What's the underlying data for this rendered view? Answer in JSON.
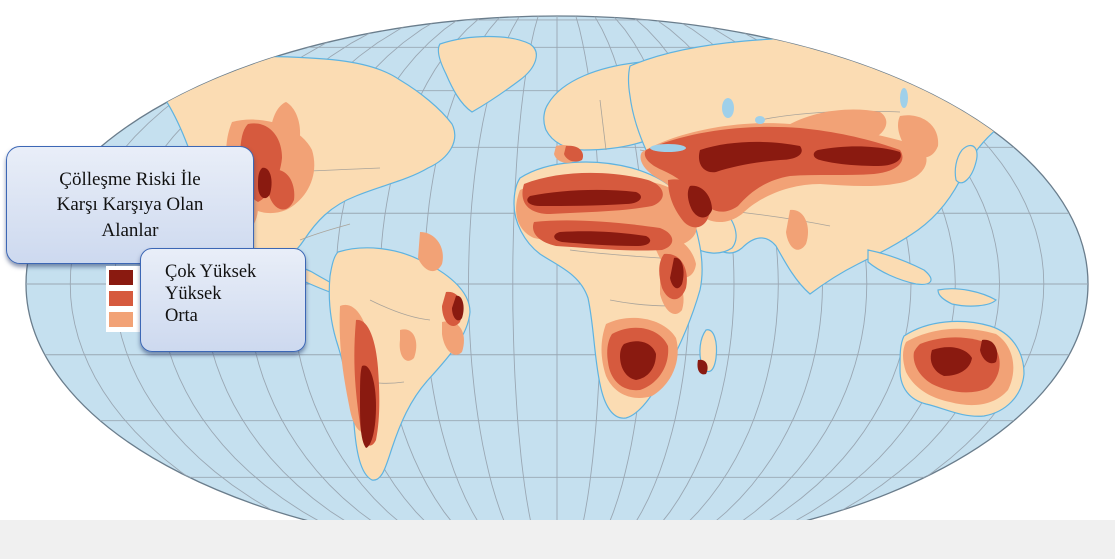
{
  "map": {
    "legend_title_lines": [
      "Çölleşme Riski İle",
      "Karşı Karşıya Olan",
      "Alanlar"
    ],
    "legend_items": [
      {
        "label": "Çok Yüksek",
        "color": "#8a1a10"
      },
      {
        "label": "Yüksek",
        "color": "#d65a3e"
      },
      {
        "label": "Orta",
        "color": "#f2a276"
      }
    ],
    "colors": {
      "ocean": "#c5e0ef",
      "land": "#fbdcb3",
      "border": "#a9a39a",
      "coast": "#5fb3e0",
      "graticule": "#9aa7b3"
    }
  }
}
